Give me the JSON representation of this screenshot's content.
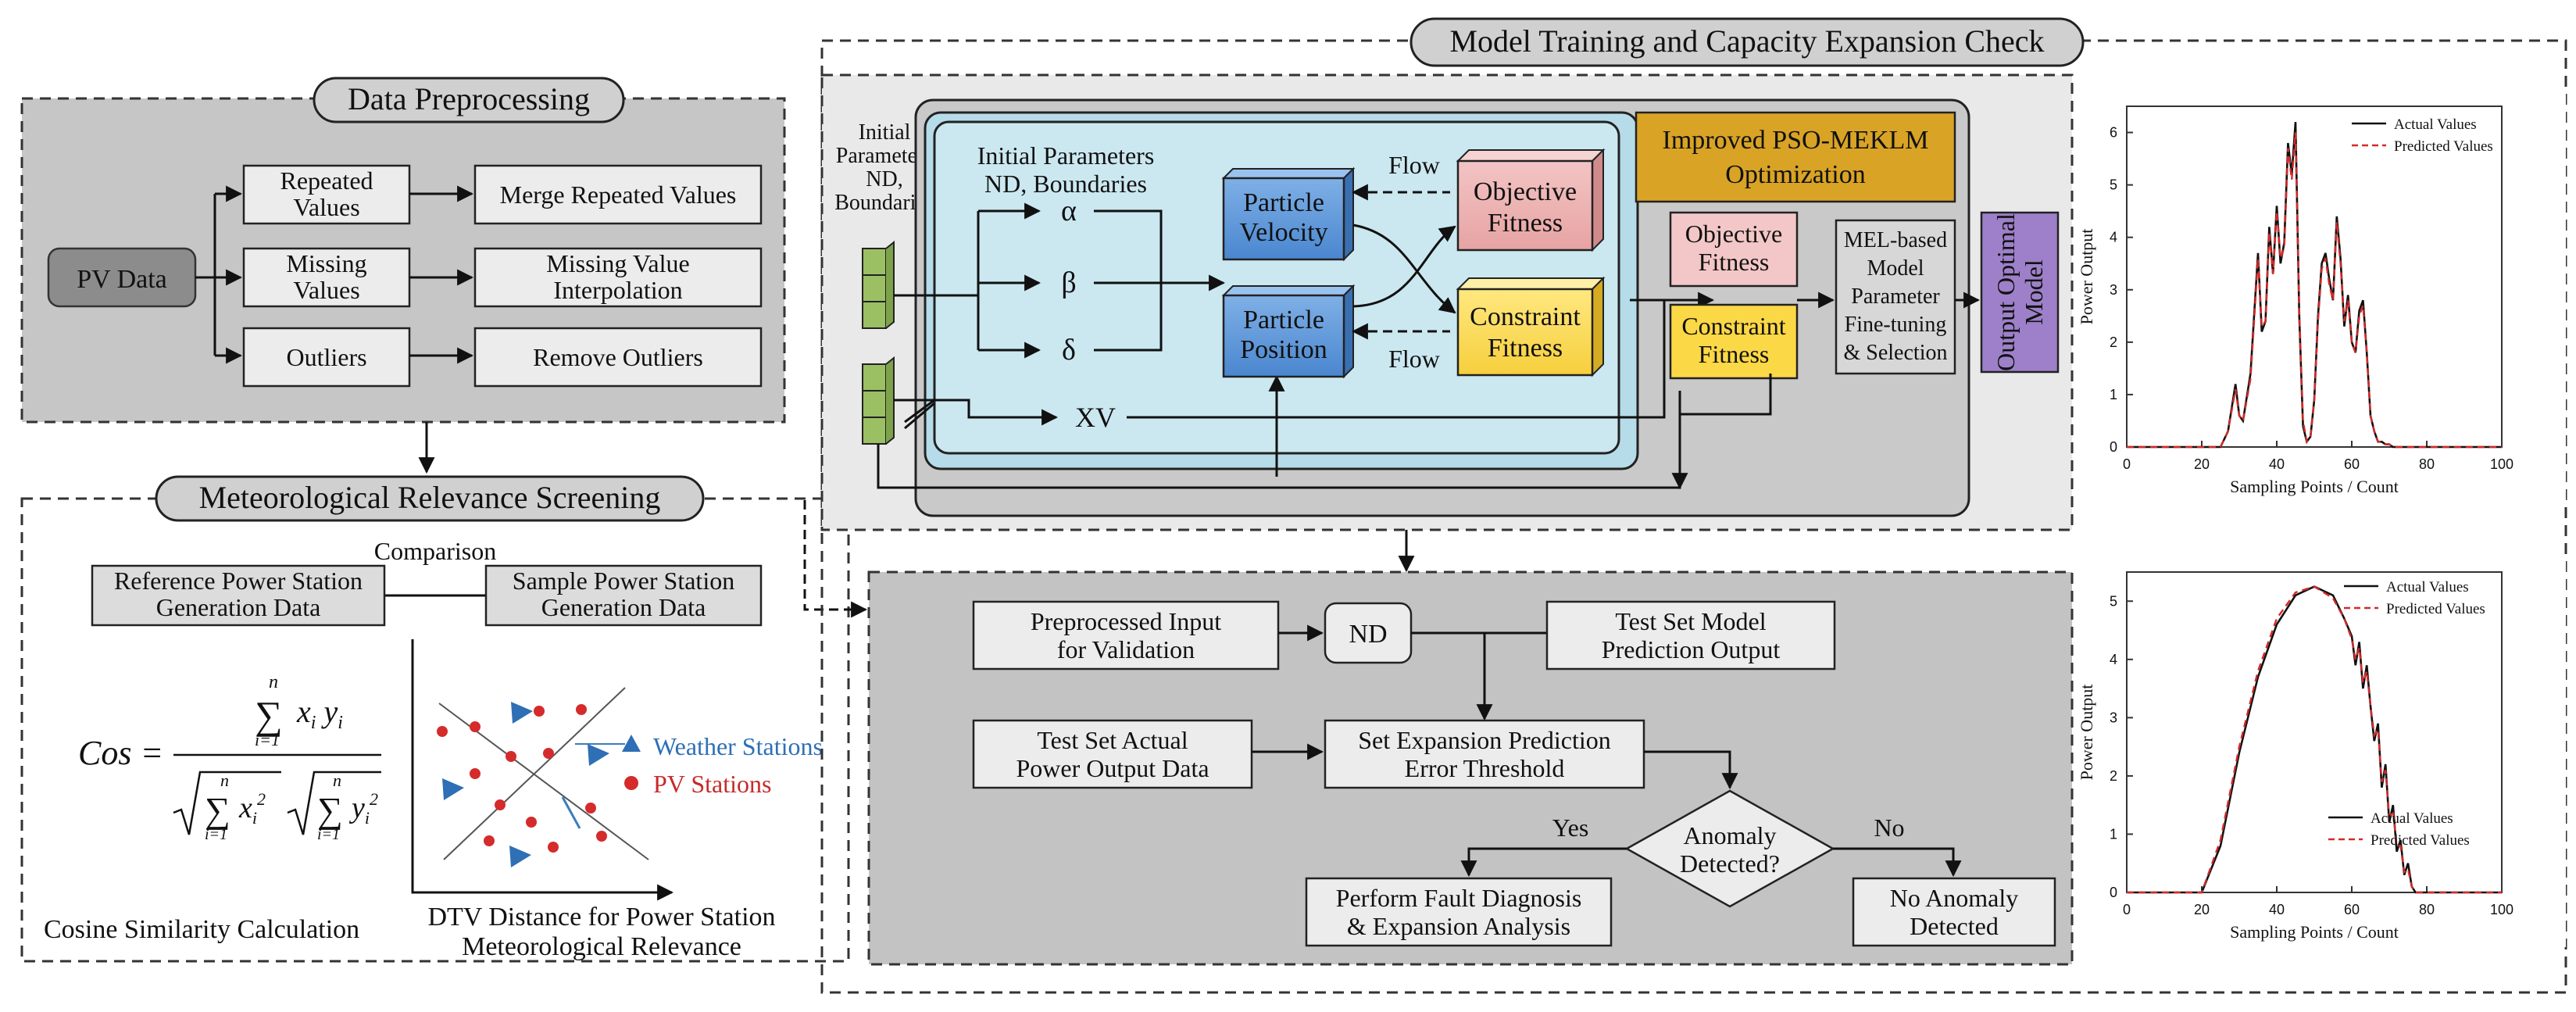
{
  "preprocessing": {
    "title": "Data Preprocessing",
    "pv_data": "PV Data",
    "repeated_l1": "Repeated",
    "repeated_l2": "Values",
    "merge": "Merge Repeated Values",
    "missing_l1": "Missing",
    "missing_l2": "Values",
    "interp_l1": "Missing Value",
    "interp_l2": "Interpolation",
    "outliers": "Outliers",
    "remove": "Remove Outliers"
  },
  "screening": {
    "title": "Meteorological Relevance Screening",
    "comparison": "Comparison",
    "ref_l1": "Reference Power Station",
    "ref_l2": "Generation Data",
    "sample_l1": "Sample Power Station",
    "sample_l2": "Generation Data",
    "formula_lhs": "Cos =",
    "cosine_label": "Cosine Similarity Calculation",
    "dtv_l1": "DTV Distance for Power Station",
    "dtv_l2": "Meteorological Relevance",
    "weather_legend": "Weather Stations",
    "pv_legend": "PV Stations"
  },
  "training": {
    "title": "Model Training and Capacity Expansion Check",
    "init_outer_l1": "Initial",
    "init_outer_l2": "Parameters",
    "init_outer_l3": "ND,",
    "init_outer_l4": "Boundaries",
    "init_inner_l1": "Initial Parameters",
    "init_inner_l2": "ND, Boundaries",
    "alpha": "α",
    "beta": "β",
    "delta": "δ",
    "xv": "XV",
    "velocity_l1": "Particle",
    "velocity_l2": "Velocity",
    "position_l1": "Particle",
    "position_l2": "Position",
    "flow_top": "Flow",
    "flow_bottom": "Flow",
    "obj_fit_l1": "Objective",
    "obj_fit_l2": "Fitness",
    "con_fit_l1": "Constraint",
    "con_fit_l2": "Fitness",
    "opt_l1": "Improved PSO-MEKLM",
    "opt_l2": "Optimization",
    "obj2_l1": "Objective",
    "obj2_l2": "Fitness",
    "con2_l1": "Constraint",
    "con2_l2": "Fitness",
    "mel_l1": "MEL-based",
    "mel_l2": "Model",
    "mel_l3": "Parameter",
    "mel_l4": "Fine-tuning",
    "mel_l5": "& Selection",
    "output_l1": "Output Optimal",
    "output_l2": "Model"
  },
  "validation": {
    "pre_l1": "Preprocessed Input",
    "pre_l2": "for Validation",
    "nd": "ND",
    "test_out_l1": "Test Set Model",
    "test_out_l2": "Prediction Output",
    "actual_l1": "Test Set Actual",
    "actual_l2": "Power Output Data",
    "thresh_l1": "Set Expansion Prediction",
    "thresh_l2": "Error Threshold",
    "anomaly_l1": "Anomaly",
    "anomaly_l2": "Detected?",
    "yes": "Yes",
    "no": "No",
    "fault_l1": "Perform Fault Diagnosis",
    "fault_l2": "& Expansion Analysis",
    "none_l1": "No Anomaly",
    "none_l2": "Detected"
  },
  "chart_data": [
    {
      "type": "line",
      "xlabel": "Sampling Points / Count",
      "ylabel": "Power Output",
      "xlim": [
        0,
        100
      ],
      "ylim": [
        0,
        6.5
      ],
      "xticks": [
        0,
        20,
        40,
        60,
        80,
        100
      ],
      "yticks": [
        0,
        1,
        2,
        3,
        4,
        5,
        6
      ],
      "legend_position": "top-right",
      "x": [
        0,
        25,
        27,
        29,
        30,
        31,
        33,
        35,
        36,
        37,
        38,
        39,
        40,
        41,
        42,
        43,
        44,
        45,
        46,
        47,
        48,
        49,
        50,
        51,
        52,
        53,
        54,
        55,
        56,
        57,
        58,
        59,
        60,
        61,
        62,
        63,
        64,
        65,
        66,
        67,
        68,
        69,
        70,
        71,
        72,
        73,
        75,
        100
      ],
      "series": [
        {
          "name": "Actual Values",
          "color": "#111111",
          "values": [
            0,
            0,
            0.3,
            1.2,
            0.6,
            0.5,
            1.4,
            3.7,
            2.2,
            2.4,
            4.2,
            3.3,
            4.6,
            3.5,
            3.9,
            5.8,
            5.2,
            6.2,
            2.5,
            0.4,
            0.1,
            0.2,
            0.9,
            2.5,
            3.5,
            3.7,
            3.2,
            2.8,
            4.4,
            3.6,
            2.3,
            2.9,
            2.0,
            1.8,
            2.6,
            2.8,
            1.8,
            0.6,
            0.3,
            0.1,
            0.1,
            0.05,
            0.05,
            0,
            0,
            0,
            0,
            0
          ]
        },
        {
          "name": "Predicted Values",
          "color": "#d42a2a",
          "values": [
            0,
            0,
            0.3,
            1.1,
            0.6,
            0.5,
            1.3,
            3.6,
            2.3,
            2.4,
            4.1,
            3.3,
            4.5,
            3.6,
            3.8,
            5.7,
            5.1,
            6.0,
            2.6,
            0.5,
            0.1,
            0.2,
            0.9,
            2.4,
            3.4,
            3.6,
            3.1,
            2.8,
            4.3,
            3.5,
            2.4,
            2.8,
            2.0,
            1.8,
            2.5,
            2.7,
            1.8,
            0.6,
            0.3,
            0.1,
            0.1,
            0.05,
            0.05,
            0,
            0,
            0,
            0,
            0
          ]
        }
      ]
    },
    {
      "type": "line",
      "xlabel": "Sampling Points / Count",
      "ylabel": "Power Output",
      "xlim": [
        0,
        100
      ],
      "ylim": [
        0,
        5.5
      ],
      "xticks": [
        0,
        20,
        40,
        60,
        80,
        100
      ],
      "yticks": [
        0,
        1,
        2,
        3,
        4,
        5
      ],
      "legend_position": "top-right",
      "second_legend_position": "bottom-right",
      "x": [
        0,
        20,
        25,
        30,
        35,
        40,
        45,
        50,
        55,
        58,
        60,
        61,
        62,
        63,
        64,
        65,
        66,
        67,
        68,
        69,
        70,
        71,
        72,
        73,
        74,
        75,
        76,
        77,
        80,
        100
      ],
      "series": [
        {
          "name": "Actual Values",
          "color": "#111111",
          "values": [
            0,
            0,
            0.8,
            2.4,
            3.7,
            4.6,
            5.1,
            5.25,
            5.1,
            4.7,
            4.4,
            3.9,
            4.3,
            3.5,
            3.9,
            3.2,
            2.6,
            2.9,
            1.8,
            2.2,
            1.2,
            1.5,
            0.7,
            0.9,
            0.3,
            0.5,
            0.1,
            0,
            0,
            0
          ]
        },
        {
          "name": "Predicted Values",
          "color": "#d42a2a",
          "values": [
            0,
            0,
            0.9,
            2.5,
            3.8,
            4.7,
            5.15,
            5.25,
            5.05,
            4.7,
            4.35,
            4.0,
            4.2,
            3.6,
            3.8,
            3.2,
            2.7,
            2.8,
            1.9,
            2.1,
            1.3,
            1.4,
            0.8,
            0.8,
            0.35,
            0.4,
            0.1,
            0,
            0,
            0
          ]
        }
      ]
    }
  ]
}
